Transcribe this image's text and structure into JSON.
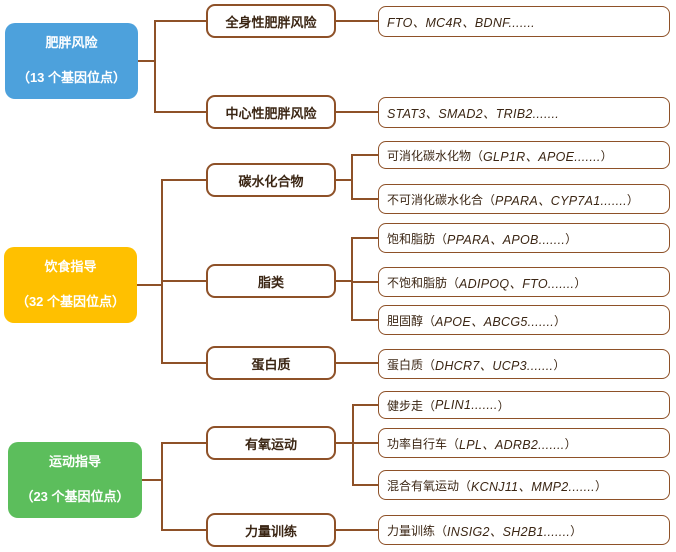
{
  "palette": {
    "line-brown": "#8e5128",
    "box-border": "#8e5128",
    "text-dark": "#3b2614",
    "root-blue": "#4da1dc",
    "root-yellow": "#ffc000",
    "root-green": "#5cbe5c"
  },
  "roots": [
    {
      "title": "肥胖风险",
      "subtitle": "（13 个基因位点）",
      "color": "#4da1dc"
    },
    {
      "title": "饮食指导",
      "subtitle": "（32 个基因位点）",
      "color": "#ffc000"
    },
    {
      "title": "运动指导",
      "subtitle": "（23 个基因位点）",
      "color": "#5cbe5c"
    }
  ],
  "branches": [
    "全身性肥胖风险",
    "中心性肥胖风险",
    "碳水化合物",
    "脂类",
    "蛋白质",
    "有氧运动",
    "力量训练"
  ],
  "leaves": [
    {
      "prefix": "",
      "genes": "FTO、MC4R、BDNF.......",
      "suffix": ""
    },
    {
      "prefix": "",
      "genes": "STAT3、SMAD2、TRIB2.......",
      "suffix": ""
    },
    {
      "prefix": "可消化碳水化物（",
      "genes": "GLP1R、APOE.......",
      "suffix": "）"
    },
    {
      "prefix": "不可消化碳水化合（",
      "genes": "PPARA、CYP7A1.......",
      "suffix": "）"
    },
    {
      "prefix": "饱和脂肪（",
      "genes": "PPARA、APOB.......",
      "suffix": "）"
    },
    {
      "prefix": "不饱和脂肪（",
      "genes": "ADIPOQ、FTO.......",
      "suffix": "）"
    },
    {
      "prefix": "胆固醇（",
      "genes": "APOE、ABCG5.......",
      "suffix": "）"
    },
    {
      "prefix": "蛋白质（",
      "genes": "DHCR7、UCP3.......",
      "suffix": "）"
    },
    {
      "prefix": "健步走（",
      "genes": "PLIN1.......",
      "suffix": "）"
    },
    {
      "prefix": "功率自行车（",
      "genes": "LPL、ADRB2.......",
      "suffix": "）"
    },
    {
      "prefix": "混合有氧运动（",
      "genes": "KCNJ11、MMP2.......",
      "suffix": "）"
    },
    {
      "prefix": "力量训练（",
      "genes": "INSIG2、SH2B1.......",
      "suffix": "）"
    }
  ]
}
